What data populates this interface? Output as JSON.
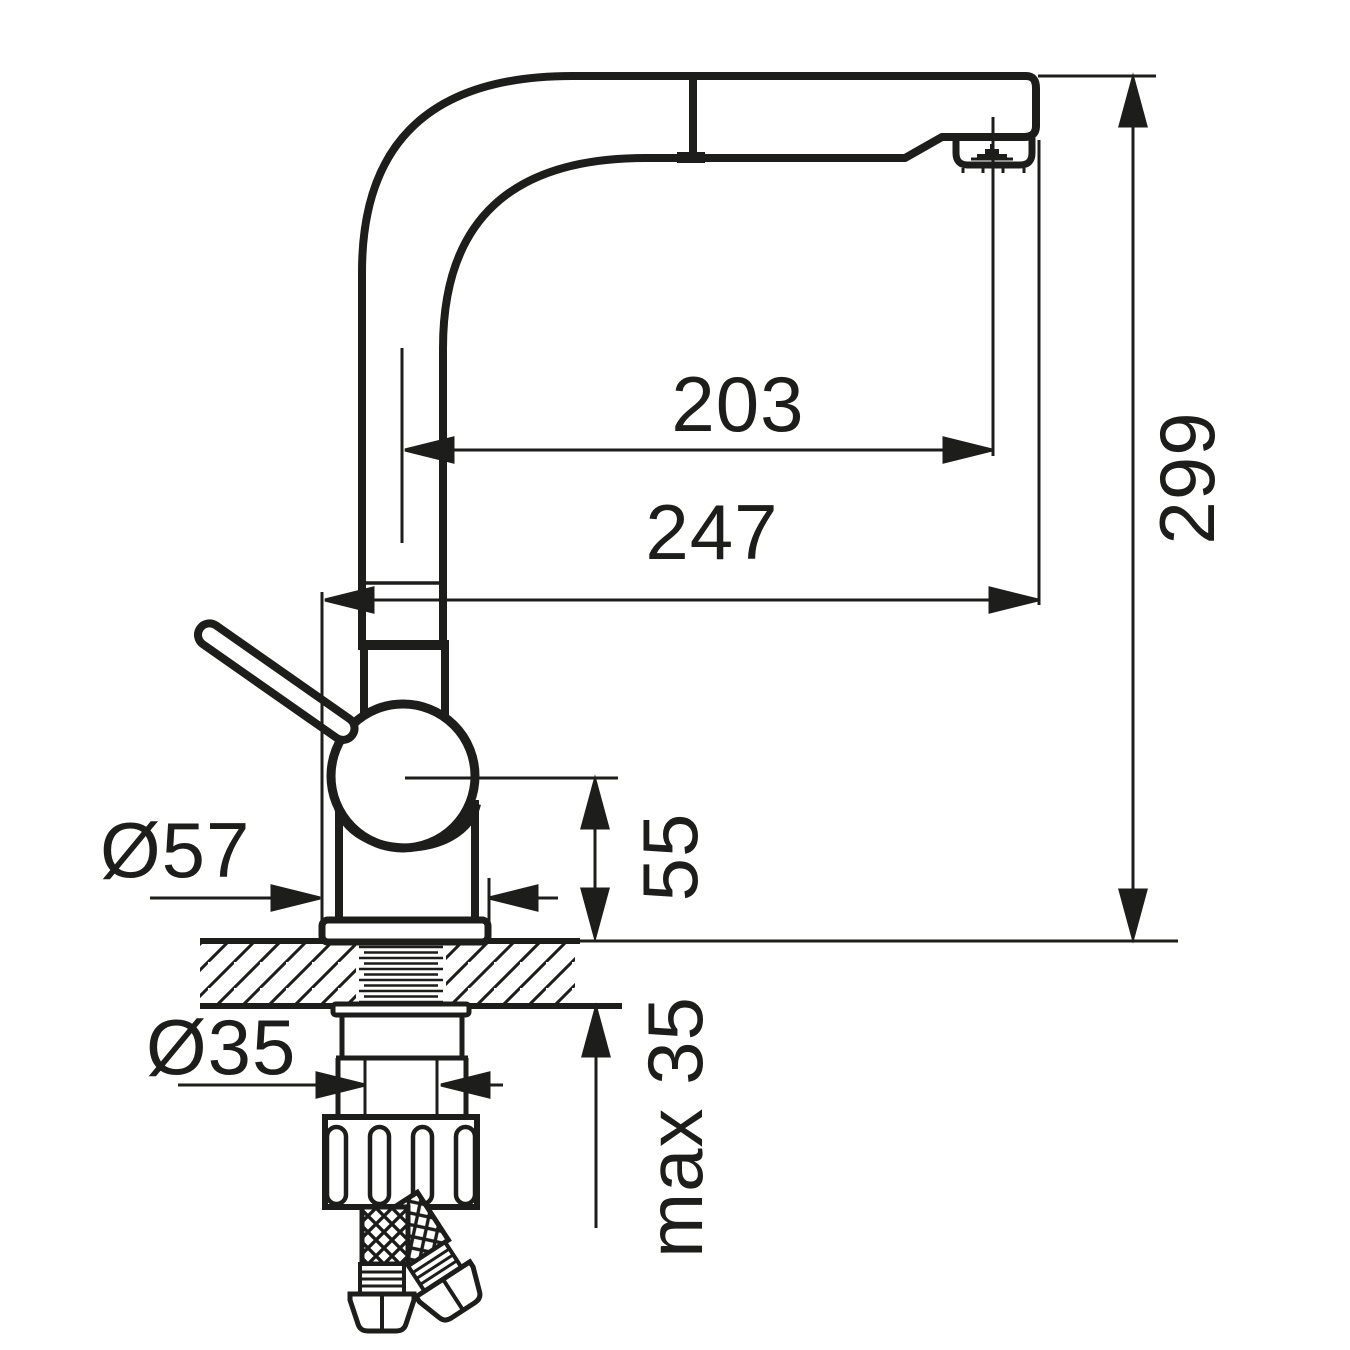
{
  "document": {
    "background": "#ffffff",
    "ink": "#1d1d1b",
    "subject": "Single-lever kitchen faucet with pull-out spray spout - side elevation installation drawing with dimensions in mm"
  },
  "dimensions": {
    "spout_reach": "203",
    "total_reach": "247",
    "total_height": "299",
    "base_diameter": "Ø57",
    "body_center_height": "55",
    "mounting_hole_diameter": "Ø35",
    "max_counter_thickness": "max 35"
  },
  "parts": [
    "spout-arm",
    "pull-out-spray-head",
    "aerator",
    "lever-handle",
    "mixer-body-sphere",
    "base-flange",
    "countertop-section",
    "threaded-shank",
    "mounting-washer",
    "mounting-nut",
    "supply-hoses"
  ]
}
